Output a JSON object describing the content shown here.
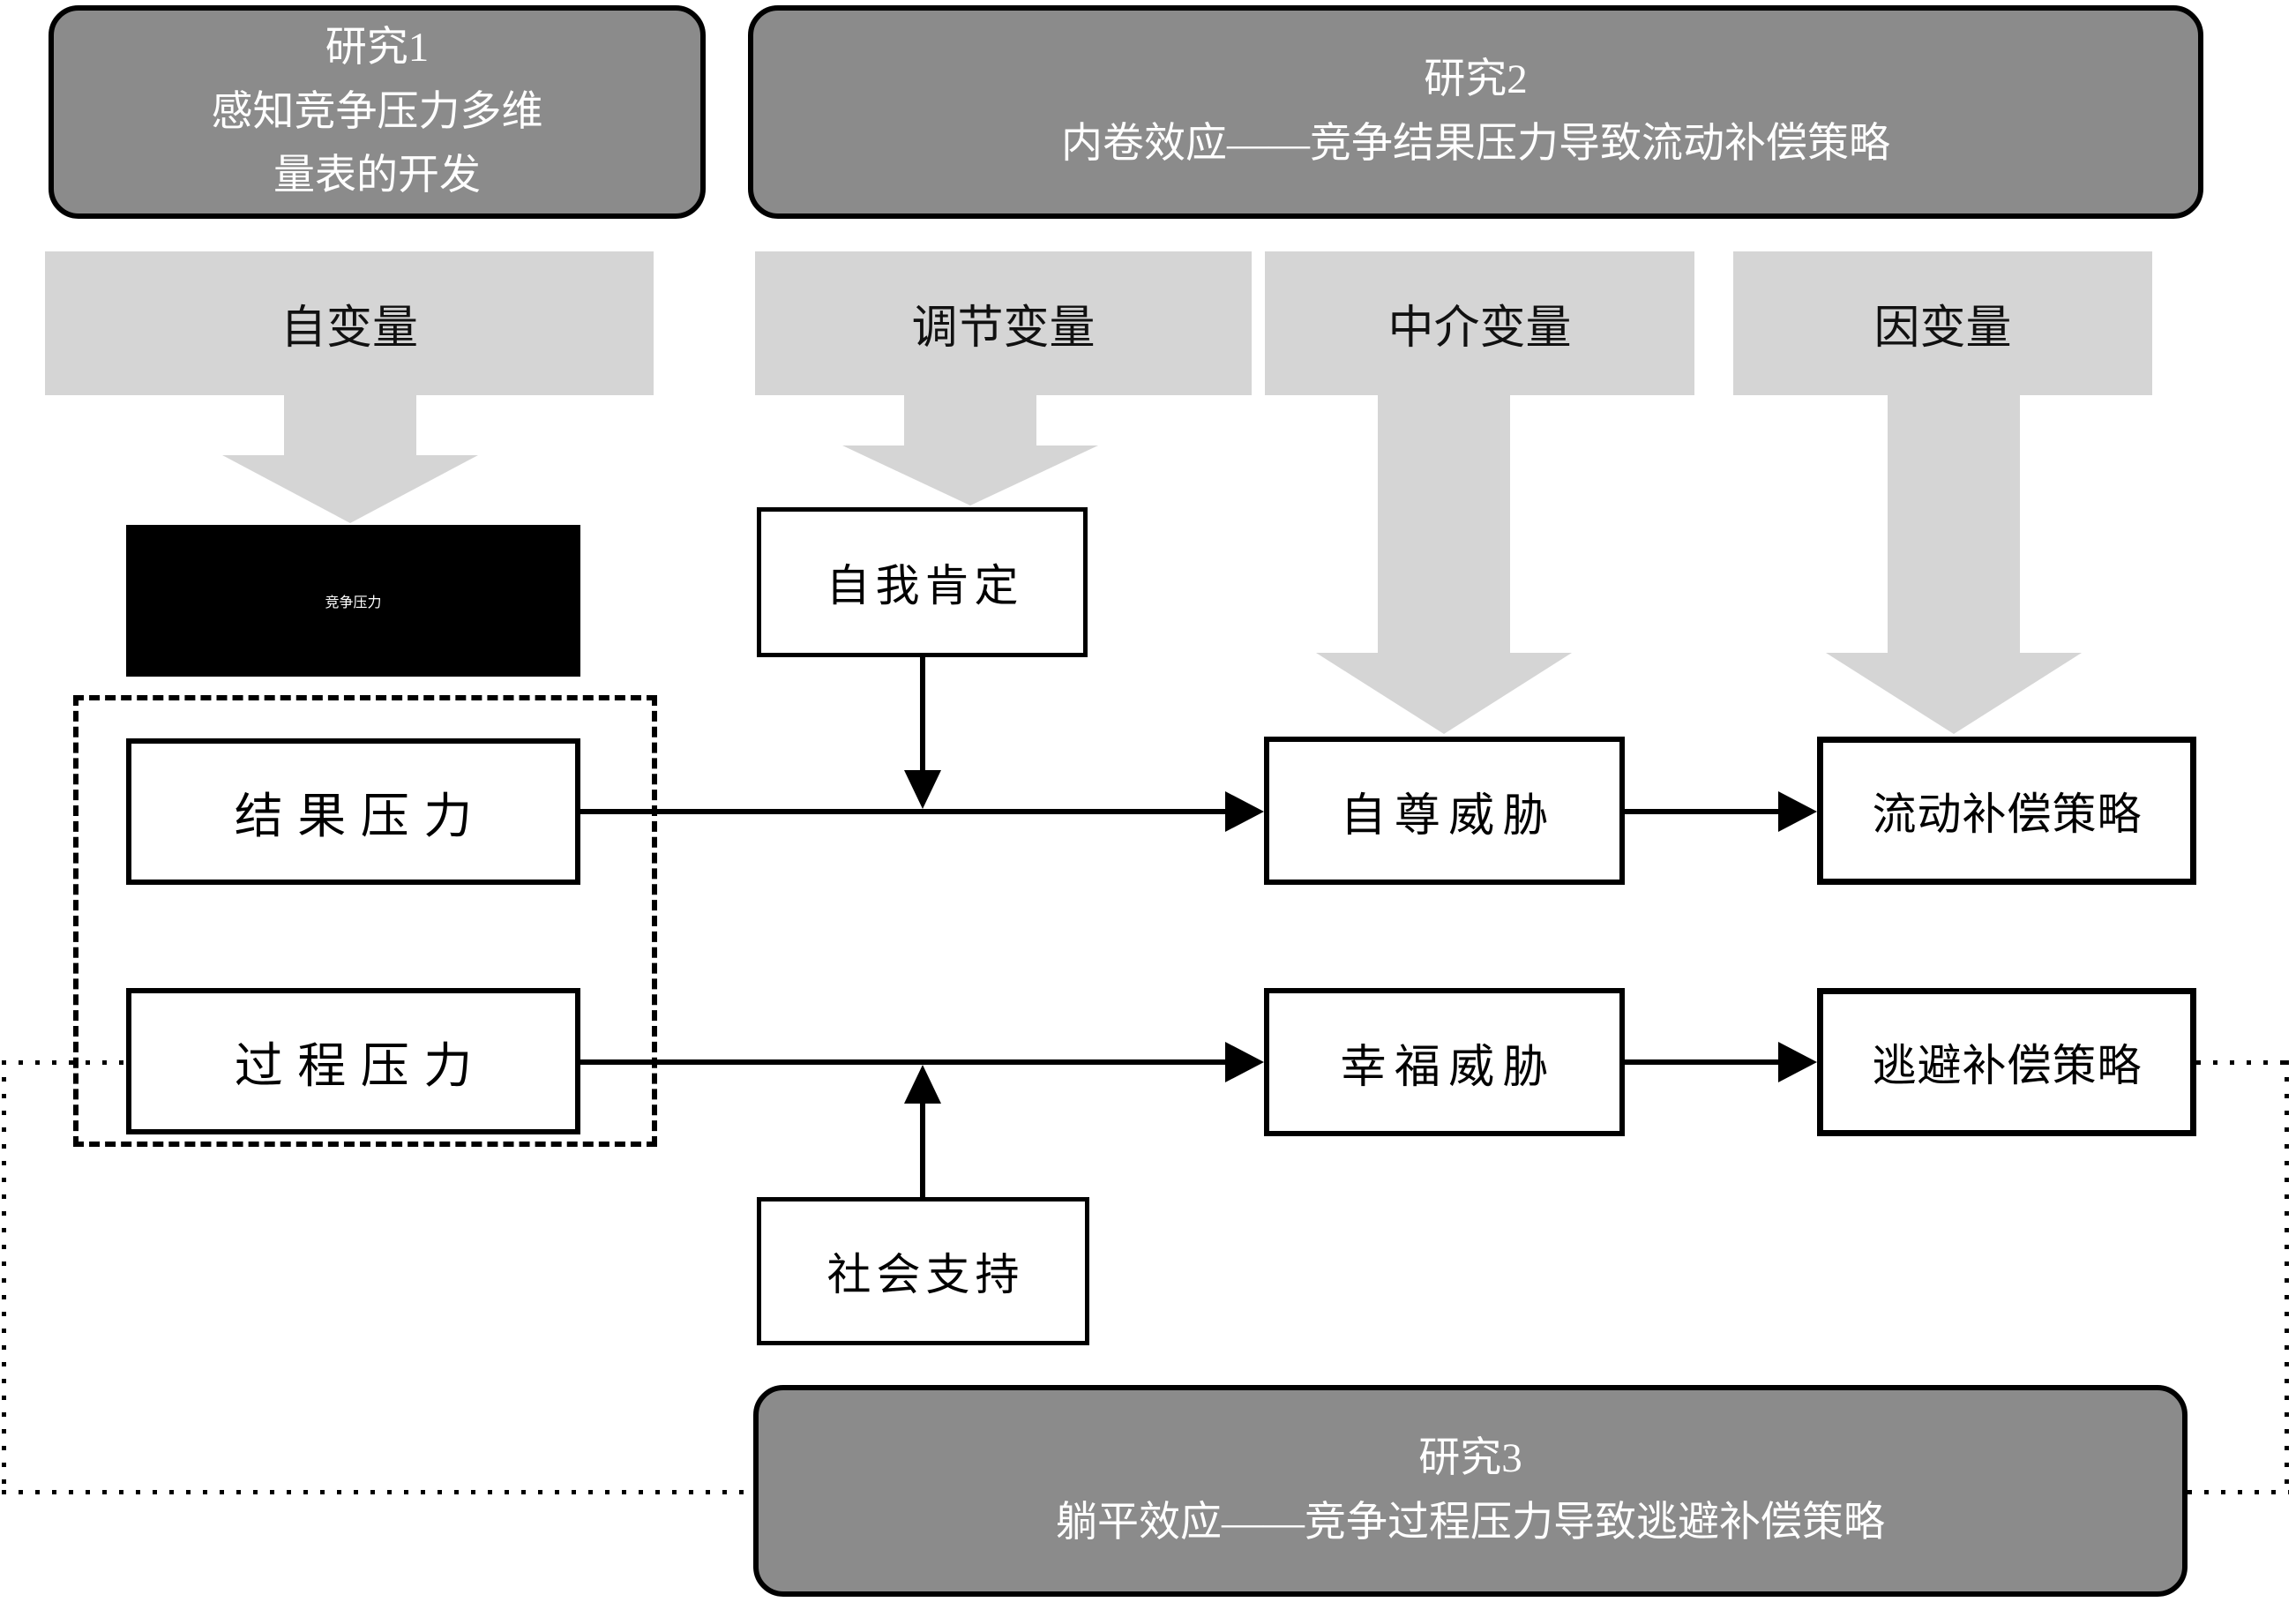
{
  "studies": {
    "study1": {
      "line1": "研究1",
      "line2": "感知竞争压力多维",
      "line3": "量表的开发"
    },
    "study2": {
      "line1": "研究2",
      "line2": "内卷效应——竞争结果压力导致流动补偿策略"
    },
    "study3": {
      "line1": "研究3",
      "line2": "躺平效应——竞争过程压力导致逃避补偿策略"
    }
  },
  "variable_labels": {
    "independent": "自变量",
    "moderator": "调节变量",
    "mediator": "中介变量",
    "dependent": "因变量"
  },
  "nodes": {
    "competitive_pressure": "竞争压力",
    "outcome_pressure": "结果压力",
    "process_pressure": "过程压力",
    "self_affirmation": "自我肯定",
    "social_support": "社会支持",
    "self_esteem_threat": "自尊威胁",
    "wellbeing_threat": "幸福威胁",
    "mobility_compensation_strategy": "流动补偿策略",
    "avoidance_compensation_strategy": "逃避补偿策略"
  },
  "colors": {
    "study_box_fill": "#8b8b8b",
    "study_box_text": "#ffffff",
    "variable_bar_fill": "#d5d5d5",
    "node_fill": "#ffffff",
    "highlight_node_fill": "#000000",
    "highlight_node_text": "#ffffff",
    "line_color": "#000000"
  }
}
